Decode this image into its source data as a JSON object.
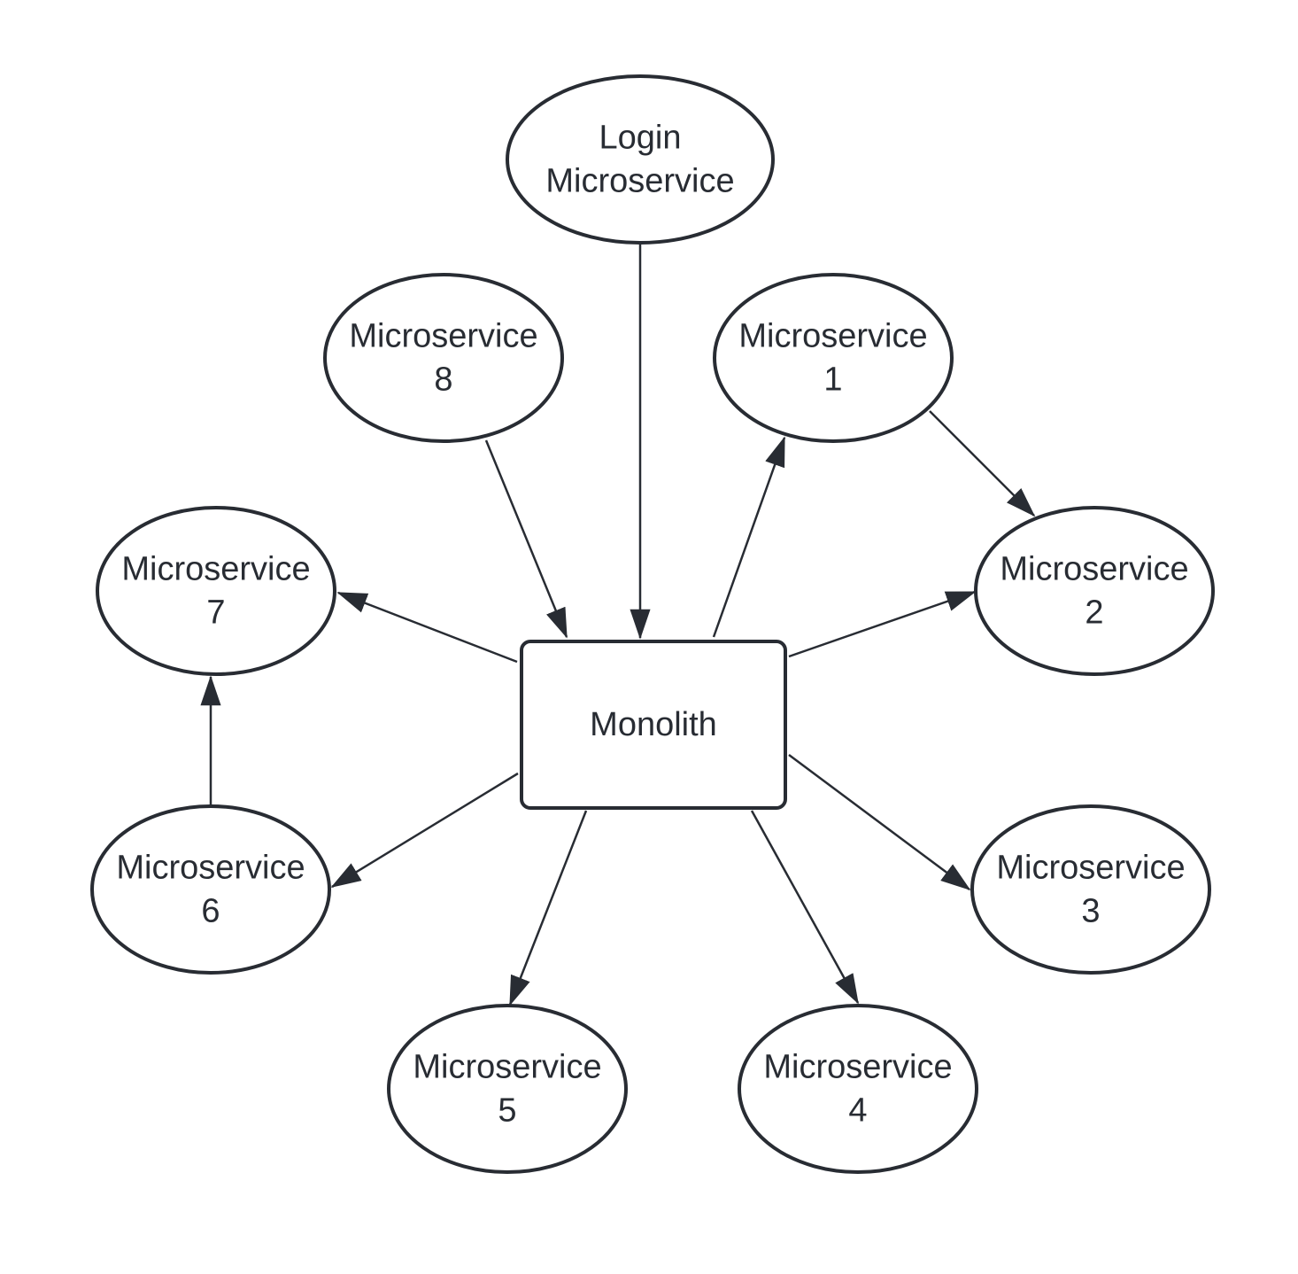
{
  "colors": {
    "stroke": "#282c33",
    "text": "#282c33",
    "background": "#ffffff"
  },
  "nodes": [
    {
      "id": "login",
      "shape": "ellipse",
      "lines": [
        "Login",
        "Microservice"
      ]
    },
    {
      "id": "ms8",
      "shape": "ellipse",
      "lines": [
        "Microservice",
        "8"
      ]
    },
    {
      "id": "ms1",
      "shape": "ellipse",
      "lines": [
        "Microservice",
        "1"
      ]
    },
    {
      "id": "ms7",
      "shape": "ellipse",
      "lines": [
        "Microservice",
        "7"
      ]
    },
    {
      "id": "ms2",
      "shape": "ellipse",
      "lines": [
        "Microservice",
        "2"
      ]
    },
    {
      "id": "monolith",
      "shape": "rounded-rectangle",
      "lines": [
        "Monolith"
      ]
    },
    {
      "id": "ms6",
      "shape": "ellipse",
      "lines": [
        "Microservice",
        "6"
      ]
    },
    {
      "id": "ms3",
      "shape": "ellipse",
      "lines": [
        "Microservice",
        "3"
      ]
    },
    {
      "id": "ms5",
      "shape": "ellipse",
      "lines": [
        "Microservice",
        "5"
      ]
    },
    {
      "id": "ms4",
      "shape": "ellipse",
      "lines": [
        "Microservice",
        "4"
      ]
    }
  ],
  "edges": [
    {
      "from": "login",
      "to": "monolith"
    },
    {
      "from": "ms8",
      "to": "monolith"
    },
    {
      "from": "monolith",
      "to": "ms1"
    },
    {
      "from": "ms1",
      "to": "ms2"
    },
    {
      "from": "monolith",
      "to": "ms7"
    },
    {
      "from": "monolith",
      "to": "ms2"
    },
    {
      "from": "ms6",
      "to": "ms7"
    },
    {
      "from": "monolith",
      "to": "ms6"
    },
    {
      "from": "monolith",
      "to": "ms3"
    },
    {
      "from": "monolith",
      "to": "ms5"
    },
    {
      "from": "monolith",
      "to": "ms4"
    }
  ]
}
